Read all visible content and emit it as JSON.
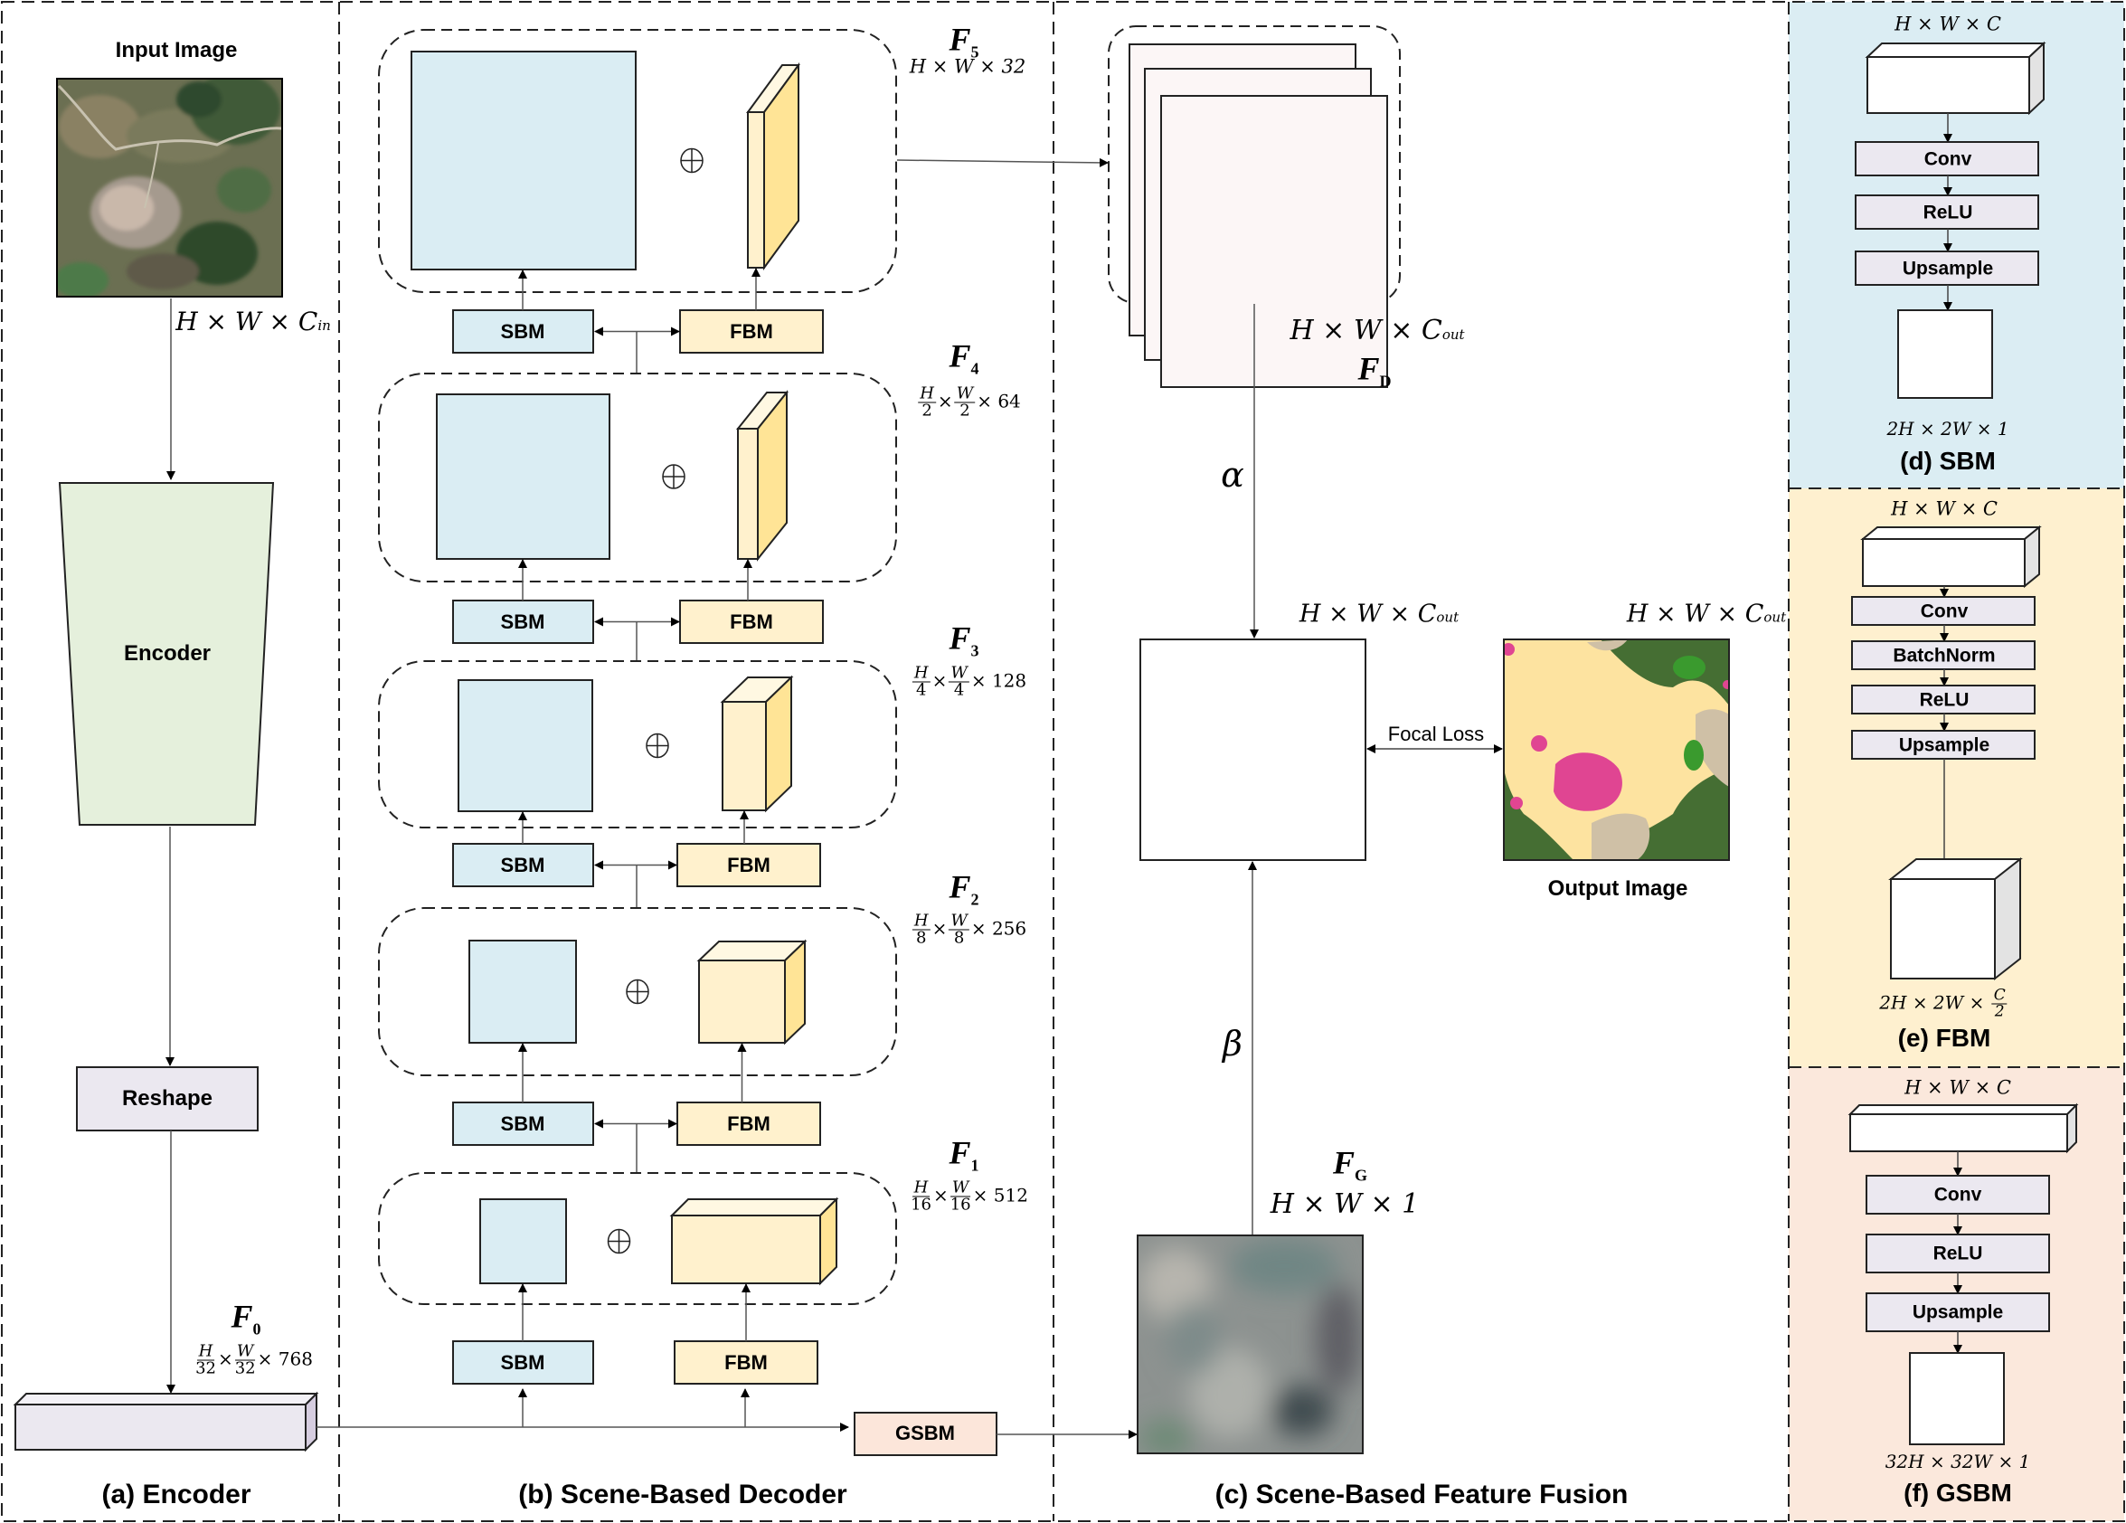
{
  "encoder": {
    "input_title": "Input Image",
    "input_dim": "H × W × C",
    "input_dim_sub": "in",
    "encoder_label": "Encoder",
    "reshape_label": "Reshape",
    "f0_symbol": "F",
    "f0_sub": "0",
    "f0_dim": {
      "h_num": "H",
      "h_den": "32",
      "w_num": "W",
      "w_den": "32",
      "c": "× 768"
    },
    "caption": "(a) Encoder"
  },
  "decoder": {
    "caption": "(b) Scene-Based Decoder",
    "sbm_label": "SBM",
    "fbm_label": "FBM",
    "gsbm_label": "GSBM",
    "add_symbol": "⊕",
    "stages": [
      {
        "symbol": "F",
        "sub": "5",
        "dim": "H × W × 32"
      },
      {
        "symbol": "F",
        "sub": "4",
        "h_den": "2",
        "w_den": "2",
        "c": "× 64"
      },
      {
        "symbol": "F",
        "sub": "3",
        "h_den": "4",
        "w_den": "4",
        "c": "× 128"
      },
      {
        "symbol": "F",
        "sub": "2",
        "h_den": "8",
        "w_den": "8",
        "c": "× 256"
      },
      {
        "symbol": "F",
        "sub": "1",
        "h_den": "16",
        "w_den": "16",
        "c": "× 512"
      }
    ]
  },
  "fusion": {
    "caption": "(c) Scene-Based Feature Fusion",
    "fd_symbol": "F",
    "fd_sub": "D",
    "fd_dim": "H × W × C",
    "fd_dim_sub": "out",
    "alpha": "α",
    "beta": "β",
    "fused_dim": "H × W × C",
    "fused_dim_sub": "out",
    "output_dim": "H × W × C",
    "output_dim_sub": "out",
    "focal_loss": "Focal Loss",
    "output_title": "Output Image",
    "fg_symbol": "F",
    "fg_sub": "G",
    "fg_dim": "H × W × 1"
  },
  "modules": {
    "sbm": {
      "in_dim": "H × W × C",
      "steps": [
        "Conv",
        "ReLU",
        "Upsample"
      ],
      "out_dim": "2H × 2W × 1",
      "caption": "(d) SBM",
      "bg": "#dbedf3"
    },
    "fbm": {
      "in_dim": "H × W × C",
      "steps": [
        "Conv",
        "BatchNorm",
        "ReLU",
        "Upsample"
      ],
      "out_dim": "2H × 2W ×",
      "out_frac_num": "C",
      "out_frac_den": "2",
      "caption": "(e) FBM",
      "bg": "#fef0cf"
    },
    "gsbm": {
      "in_dim": "H × W × C",
      "steps": [
        "Conv",
        "ReLU",
        "Upsample"
      ],
      "out_dim": "32H × 32W × 1",
      "caption": "(f) GSBM",
      "bg": "#fbe8dc"
    }
  },
  "colors": {
    "sbm_fill": "#daedf3",
    "fbm_fill": "#fff1cd",
    "fbm_side": "#ffe496",
    "gsbm_fill": "#fce6da",
    "step_fill": "#ebe8f0",
    "encoder_fill": "#e5f0dc",
    "fd_fill": "#fcf6f6",
    "seg_green_dark": "#456e33",
    "seg_sand": "#fde3a0",
    "seg_pink": "#e04592",
    "seg_tan": "#cfc0a6",
    "seg_green": "#3a9a2e"
  }
}
